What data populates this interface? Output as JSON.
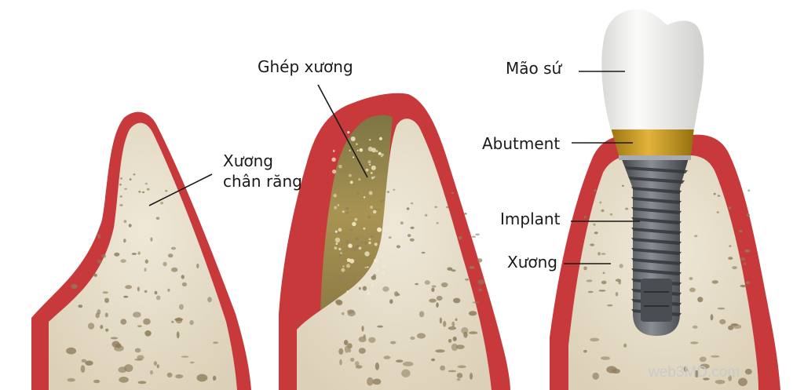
{
  "labels": {
    "bone_graft": "Ghép xương",
    "root_bone_line1": "Xương",
    "root_bone_line2": "chân răng",
    "crown": "Mão sứ",
    "abutment": "Abutment",
    "implant": "Implant",
    "bone": "Xương"
  },
  "watermark": "web3MD.com",
  "colors": {
    "gum": "#c8393c",
    "gum_inner": "#e0868a",
    "bone": "#e6ddca",
    "bone_pore": "#8f7f5e",
    "graft": "#a18d4d",
    "crown": "#f2f2f0",
    "abutment": "#c99a21",
    "implant": "#5d6066"
  }
}
